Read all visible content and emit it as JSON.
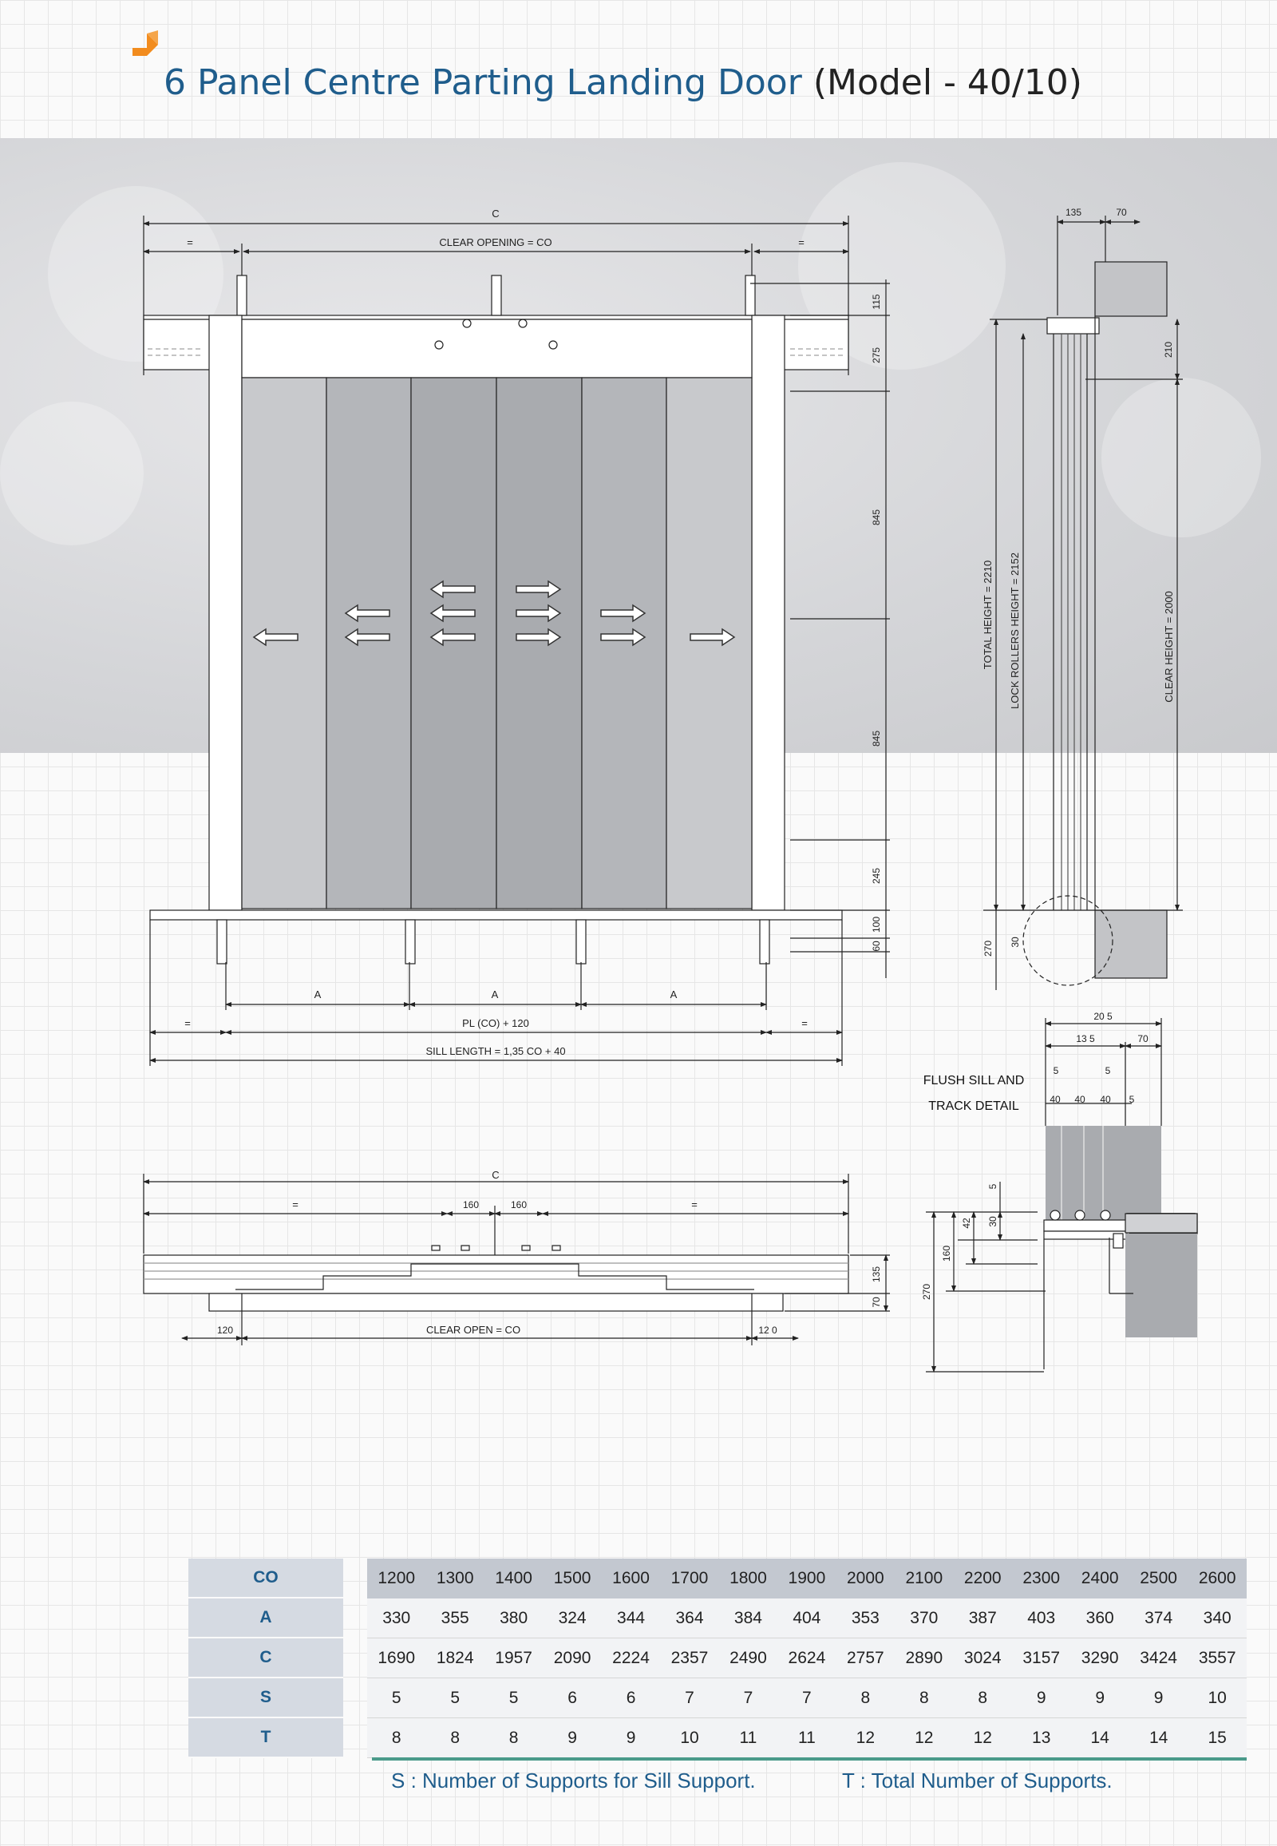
{
  "title": {
    "main": "6 Panel Centre Parting Landing Door",
    "model": "(Model - 40/10)"
  },
  "front": {
    "c": "C",
    "eq": "=",
    "clear_opening": "CLEAR OPENING = CO",
    "a": "A",
    "pl": "PL (CO) + 120",
    "sill_length": "SILL LENGTH = 1,35 CO + 40",
    "dims": [
      "115",
      "275",
      "845",
      "845",
      "245",
      "100",
      "60"
    ]
  },
  "side": {
    "top_dims": [
      "135",
      "70"
    ],
    "d210": "210",
    "d270": "270",
    "d30": "30",
    "total_height": "TOTAL HEIGHT = 2210",
    "lock_rollers": "LOCK ROLLERS HEIGHT = 2152",
    "clear_height": "CLEAR HEIGHT = 2000"
  },
  "plan": {
    "c": "C",
    "eq": "=",
    "d160": "160",
    "d135": "135",
    "d70": "70",
    "d120l": "120",
    "d120r": "12 0",
    "clear_open": "CLEAR OPEN = CO"
  },
  "sill": {
    "label1": "FLUSH SILL AND",
    "label2": "TRACK DETAIL",
    "d205": "20 5",
    "d135": "13 5",
    "d70": "70",
    "d5": "5",
    "d40": "40",
    "d42": "42",
    "d160": "160",
    "d270": "270"
  },
  "table": {
    "headers": [
      "CO",
      "A",
      "C",
      "S",
      "T"
    ],
    "rows": [
      [
        "1200",
        "1300",
        "1400",
        "1500",
        "1600",
        "1700",
        "1800",
        "1900",
        "2000",
        "2100",
        "2200",
        "2300",
        "2400",
        "2500",
        "2600"
      ],
      [
        "330",
        "355",
        "380",
        "324",
        "344",
        "364",
        "384",
        "404",
        "353",
        "370",
        "387",
        "403",
        "360",
        "374",
        "340"
      ],
      [
        "1690",
        "1824",
        "1957",
        "2090",
        "2224",
        "2357",
        "2490",
        "2624",
        "2757",
        "2890",
        "3024",
        "3157",
        "3290",
        "3424",
        "3557"
      ],
      [
        "5",
        "5",
        "5",
        "6",
        "6",
        "7",
        "7",
        "7",
        "8",
        "8",
        "8",
        "9",
        "9",
        "9",
        "10"
      ],
      [
        "8",
        "8",
        "8",
        "9",
        "9",
        "10",
        "11",
        "11",
        "12",
        "12",
        "12",
        "13",
        "14",
        "14",
        "15"
      ]
    ]
  },
  "notes": {
    "s": "S : Number of Supports for Sill Support.",
    "t": "T : Total Number of Supports."
  },
  "colors": {
    "title_blue": "#1f5d8c",
    "accent_orange": "#f28c1e",
    "table_line": "#4a9a8a"
  }
}
